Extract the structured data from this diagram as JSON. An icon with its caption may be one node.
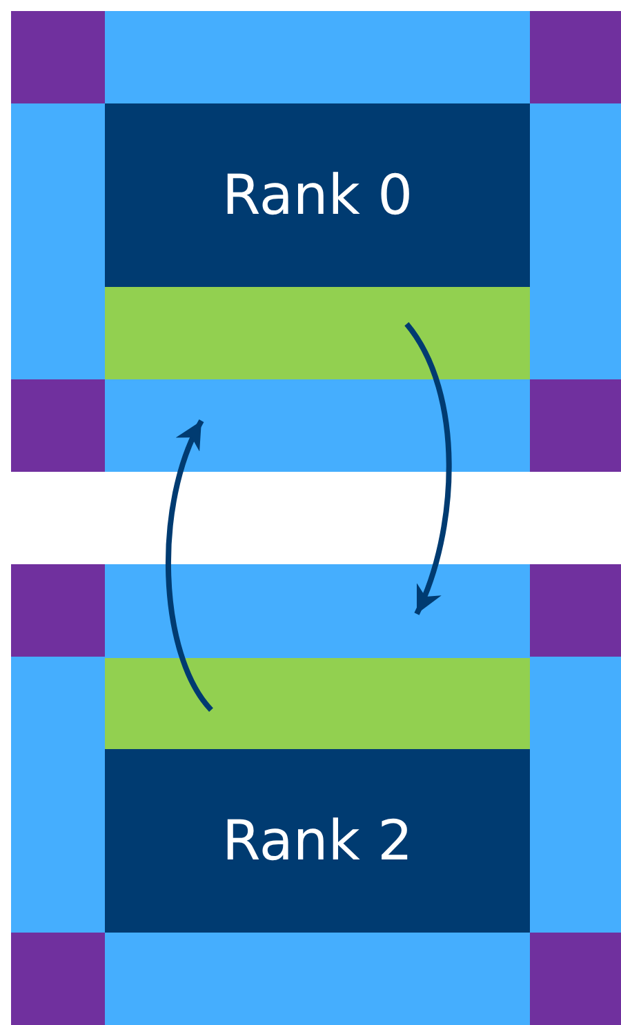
{
  "diagram": {
    "nodes": [
      {
        "text": [
          "Rank 0"
        ]
      },
      {
        "text": [],
        "shape": "box"
      },
      {
        "text": [],
        "shape": "box"
      },
      {
        "text": [],
        "shape": "box"
      },
      {
        "text": [],
        "shape": "box"
      },
      {
        "text": [
          "Rank 2"
        ]
      }
    ],
    "edges": [
      {
        "from": 1,
        "to": 3,
        "arrow": "to"
      },
      {
        "from": 4,
        "to": 2,
        "arrow": "to"
      }
    ]
  }
}
